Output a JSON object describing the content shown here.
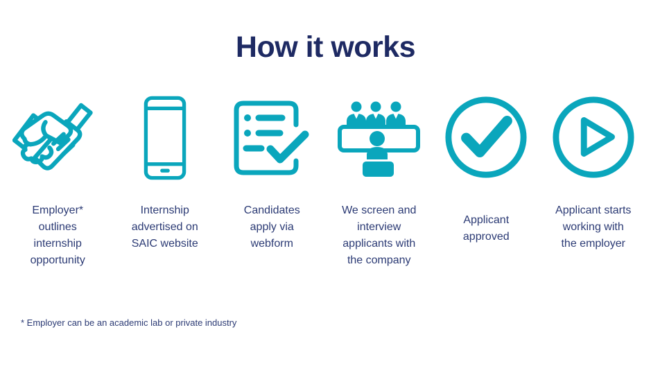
{
  "title": "How it works",
  "colors": {
    "accent_teal": "#0aa6bc",
    "title_navy": "#1e2a63",
    "body_text_navy": "#2b3a74",
    "background": "#ffffff"
  },
  "steps": [
    {
      "icon": "handshake-icon",
      "caption": "Employer*\noutlines\ninternship\nopportunity"
    },
    {
      "icon": "smartphone-icon",
      "caption": "Internship\nadvertised on\nSAIC website"
    },
    {
      "icon": "checklist-icon",
      "caption": "Candidates\napply via\nwebform"
    },
    {
      "icon": "interview-panel-icon",
      "caption": "We screen and\ninterview\napplicants with\nthe company"
    },
    {
      "icon": "checkmark-circle-icon",
      "caption": "Applicant\napproved"
    },
    {
      "icon": "play-circle-icon",
      "caption": "Applicant starts\nworking with\nthe employer"
    }
  ],
  "footnote": "* Employer can be an academic lab or private industry"
}
